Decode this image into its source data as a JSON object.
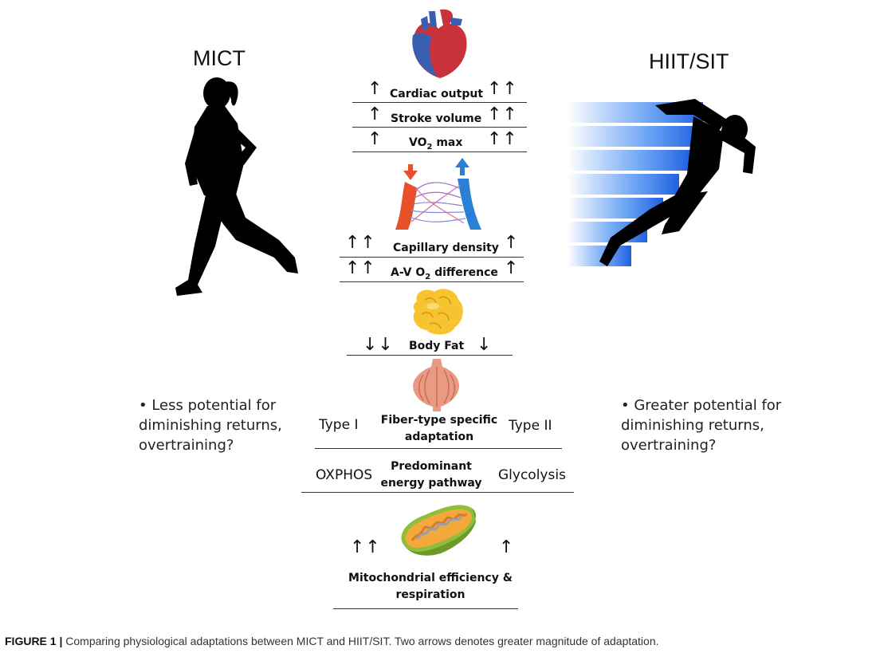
{
  "titles": {
    "left": "MICT",
    "right": "HIIT/SIT"
  },
  "rows": {
    "cardiac_output": {
      "label": "Cardiac output",
      "left_arrows": "↑",
      "right_arrows": "↑↑"
    },
    "stroke_volume": {
      "label": "Stroke volume",
      "left_arrows": "↑",
      "right_arrows": "↑↑"
    },
    "vo2max": {
      "label_pre": "VO",
      "label_sub": "2",
      "label_post": " max",
      "left_arrows": "↑",
      "right_arrows": "↑↑"
    },
    "capillary_density": {
      "label": "Capillary density",
      "left_arrows": "↑↑",
      "right_arrows": "↑"
    },
    "av_o2": {
      "label_pre": "A-V O",
      "label_sub": "2",
      "label_post": " difference",
      "left_arrows": "↑↑",
      "right_arrows": "↑"
    },
    "body_fat": {
      "label": "Body Fat",
      "left_arrows": "↓↓",
      "right_arrows": "↓"
    },
    "mito": {
      "line1": "Mitochondrial efficiency &",
      "line2": "respiration",
      "left_arrows": "↑↑",
      "right_arrows": "↑"
    }
  },
  "fiber": {
    "left": "Type I",
    "center_line1": "Fiber-type specific",
    "center_line2": "adaptation",
    "right": "Type II"
  },
  "energy": {
    "left": "OXPHOS",
    "center_line1": "Predominant",
    "center_line2": "energy pathway",
    "right": "Glycolysis"
  },
  "notes": {
    "left": [
      "• Less potential for",
      "diminishing returns,",
      "overtraining?"
    ],
    "right": [
      "• Greater potential for",
      "diminishing returns,",
      "overtraining?"
    ]
  },
  "caption": {
    "label": "FIGURE 1 |",
    "text": " Comparing physiological adaptations between MICT and HIIT/SIT. Two arrows denotes greater magnitude of adaptation."
  },
  "colors": {
    "silhouette": "#000000",
    "heart_red": "#c8323a",
    "heart_blue": "#3a5fb0",
    "artery": "#e8502a",
    "vein": "#2a7fd6",
    "fat": "#f5c430",
    "muscle": "#e89a82",
    "mito_green": "#8fbf3a",
    "speed_blue": "#2f7ff0"
  }
}
